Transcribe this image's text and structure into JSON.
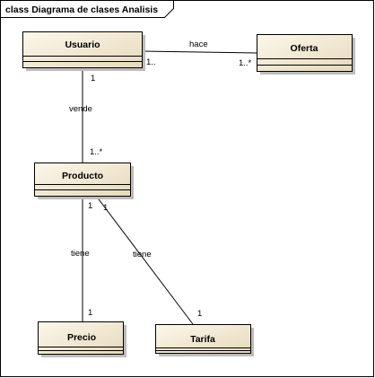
{
  "frame": {
    "label": "class Diagrama de clases Analisis"
  },
  "classes": [
    {
      "id": "usuario",
      "name": "Usuario"
    },
    {
      "id": "oferta",
      "name": "Oferta"
    },
    {
      "id": "producto",
      "name": "Producto"
    },
    {
      "id": "precio",
      "name": "Precio"
    },
    {
      "id": "tarifa",
      "name": "Tarifa"
    }
  ],
  "associations": [
    {
      "id": "hace",
      "source": "usuario",
      "target": "oferta",
      "label": "hace",
      "source_mult": "1..",
      "target_mult": "1..*"
    },
    {
      "id": "vende",
      "source": "usuario",
      "target": "producto",
      "label": "vende",
      "source_mult": "1",
      "target_mult": "1..*"
    },
    {
      "id": "tiene-precio",
      "source": "producto",
      "target": "precio",
      "label": "tiene",
      "source_mult": "1",
      "target_mult": "1"
    },
    {
      "id": "tiene-tarifa",
      "source": "producto",
      "target": "tarifa",
      "label": "tiene",
      "source_mult": "1",
      "target_mult": "1"
    }
  ],
  "colors": {
    "class_fill_light": "#fdf8ec",
    "class_fill_dark": "#e8dcc0",
    "class_border": "#000000",
    "shadow": "#bdbdbd",
    "line": "#000000",
    "frame_border": "#000000"
  }
}
